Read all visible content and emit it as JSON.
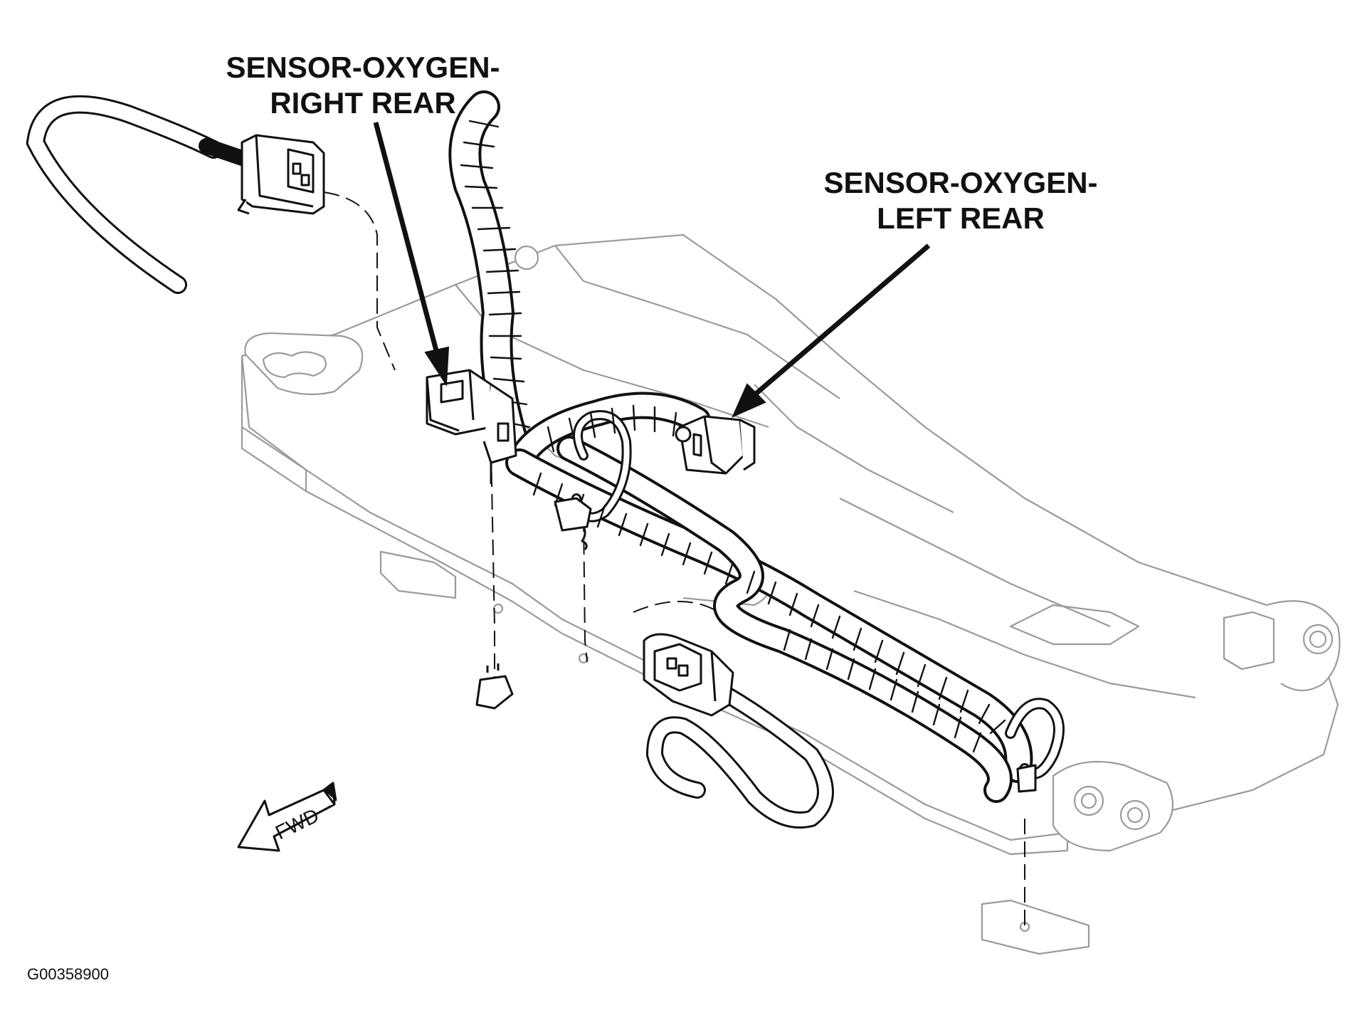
{
  "labels": {
    "right_rear": {
      "line1": "SENSOR-OXYGEN-",
      "line2": "RIGHT REAR"
    },
    "left_rear": {
      "line1": "SENSOR-OXYGEN-",
      "line2": "LEFT REAR"
    },
    "fwd": "FWD",
    "figure_id": "G00358900"
  },
  "colors": {
    "ink": "#111111",
    "bracket_line": "#9a9a9a",
    "bracket_fill": "#ffffff"
  },
  "icons": [
    "fwd-arrow-icon",
    "connector-icon",
    "clip-icon"
  ]
}
